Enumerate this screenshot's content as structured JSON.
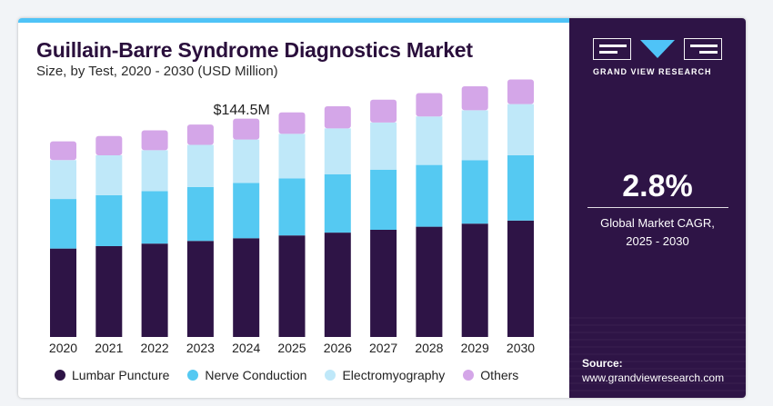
{
  "header": {
    "title": "Guillain-Barre Syndrome Diagnostics Market",
    "subtitle": "Size, by Test, 2020 - 2030 (USD Million)"
  },
  "colors": {
    "accent_bar": "#4fc3f7",
    "sidebar_bg": "#2e1446",
    "lumbar": "#2e1446",
    "nerve": "#55c9f2",
    "emg": "#bfe8f9",
    "others": "#d4a6e8"
  },
  "chart_data": {
    "type": "bar",
    "stacked": true,
    "categories": [
      "2020",
      "2021",
      "2022",
      "2023",
      "2024",
      "2025",
      "2026",
      "2027",
      "2028",
      "2029",
      "2030"
    ],
    "series": [
      {
        "name": "Lumbar Puncture",
        "values": [
          66.0,
          67.8,
          69.7,
          71.7,
          73.7,
          75.8,
          77.9,
          80.0,
          82.3,
          84.6,
          86.9
        ]
      },
      {
        "name": "Nerve Conduction",
        "values": [
          37.0,
          38.0,
          39.1,
          40.2,
          41.3,
          42.5,
          43.6,
          44.9,
          46.1,
          47.4,
          48.7
        ]
      },
      {
        "name": "Electromyography",
        "values": [
          29.0,
          29.8,
          30.6,
          31.5,
          32.4,
          33.3,
          34.2,
          35.2,
          36.2,
          37.2,
          38.2
        ]
      },
      {
        "name": "Others",
        "values": [
          14.0,
          14.4,
          14.8,
          15.2,
          15.6,
          16.0,
          16.5,
          17.0,
          17.4,
          17.9,
          18.4
        ]
      }
    ],
    "annotation": {
      "category": "2024",
      "text": "$144.5M"
    },
    "ylim": [
      0,
      200
    ],
    "grid": false,
    "legend": "bottom"
  },
  "sidebar": {
    "brand": "GRAND VIEW RESEARCH",
    "cagr_value": "2.8%",
    "cagr_label_line1": "Global Market CAGR,",
    "cagr_label_line2": "2025 - 2030",
    "source_label": "Source:",
    "source_url": "www.grandviewresearch.com"
  }
}
